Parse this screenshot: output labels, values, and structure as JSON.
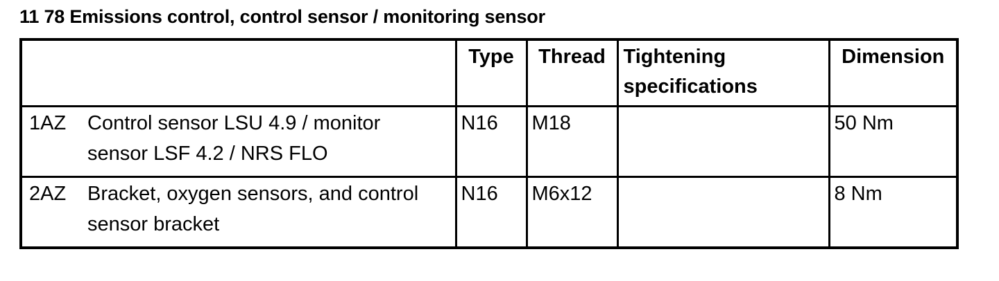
{
  "document": {
    "section_title": "11 78 Emissions control, control sensor / monitoring sensor"
  },
  "table": {
    "headers": {
      "index": "",
      "type": "Type",
      "thread": "Thread",
      "tightening": "Tightening specifications",
      "dimension": "Dimension"
    },
    "rows": [
      {
        "code": "1AZ",
        "description": "Control sensor LSU 4.9 / monitor sensor LSF 4.2 / NRS FLO",
        "type": "N16",
        "thread": "M18",
        "tightening": "",
        "dimension": "50 Nm"
      },
      {
        "code": "2AZ",
        "description": "Bracket, oxygen sensors, and control sensor bracket",
        "type": "N16",
        "thread": "M6x12",
        "tightening": "",
        "dimension": "8 Nm"
      }
    ]
  },
  "colors": {
    "text": "#000000",
    "background": "#ffffff",
    "border": "#000000"
  }
}
